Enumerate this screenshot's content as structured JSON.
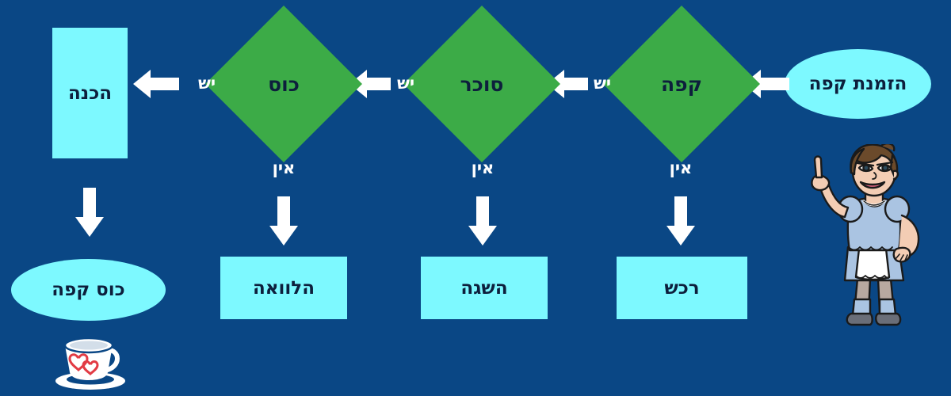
{
  "diagram": {
    "title": "הזמנת קפה",
    "language": "he",
    "direction": "rtl",
    "colors": {
      "background": "#0a4785",
      "terminal_fill": "#7df9ff",
      "process_fill": "#7df9ff",
      "decision_fill": "#3cab47",
      "node_text": "#0d1f3c",
      "edge_label_text": "#ffffff",
      "arrow_fill": "#ffffff"
    },
    "nodes": {
      "start": {
        "label": "הזמנת קפה",
        "shape": "ellipse"
      },
      "decision_coffee": {
        "label": "קפה",
        "shape": "diamond"
      },
      "decision_sugar": {
        "label": "סוכר",
        "shape": "diamond"
      },
      "decision_cup": {
        "label": "כוס",
        "shape": "diamond"
      },
      "preparation": {
        "label": "הכנה",
        "shape": "rectangle"
      },
      "purchase": {
        "label": "רכש",
        "shape": "rectangle"
      },
      "obtain": {
        "label": "השגה",
        "shape": "rectangle"
      },
      "loan": {
        "label": "הלוואה",
        "shape": "rectangle"
      },
      "end": {
        "label": "כוס קפה",
        "shape": "ellipse"
      }
    },
    "edge_labels": {
      "yes_coffee": "יש",
      "yes_sugar": "יש",
      "yes_cup": "יש",
      "no_coffee": "אין",
      "no_sugar": "אין",
      "no_cup": "אין"
    },
    "clipart": {
      "waitress": "waitress-character",
      "coffee_cup": "coffee-cup-hearts"
    }
  }
}
